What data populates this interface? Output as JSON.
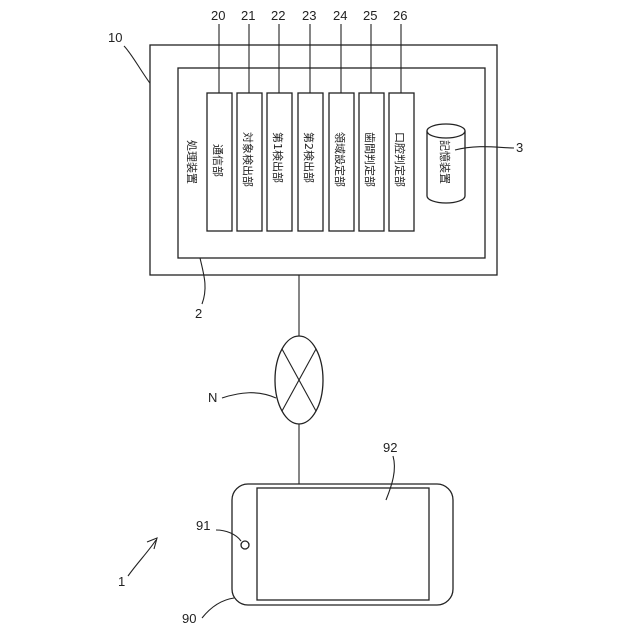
{
  "labels": {
    "system": "1",
    "device": "10",
    "processing": "2",
    "storage": "3",
    "network": "N",
    "terminal": "90",
    "camera": "91",
    "display": "92"
  },
  "processing_title": "処理装置",
  "storage_title": "記憶装置",
  "units": [
    {
      "ref": "20",
      "name": "通信部"
    },
    {
      "ref": "21",
      "name": "対象検出部"
    },
    {
      "ref": "22",
      "name": "第1検出部"
    },
    {
      "ref": "23",
      "name": "第2検出部"
    },
    {
      "ref": "24",
      "name": "領域設定部"
    },
    {
      "ref": "25",
      "name": "歯間判定部"
    },
    {
      "ref": "26",
      "name": "口腔判定部"
    }
  ]
}
